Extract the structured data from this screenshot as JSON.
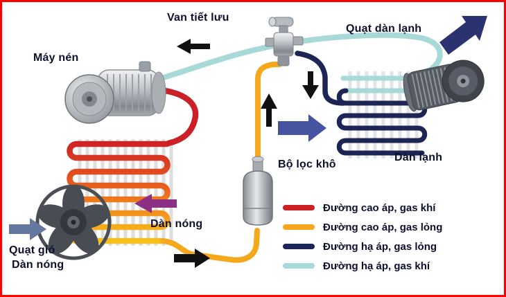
{
  "labels": {
    "expansion_valve": "Van tiết lưu",
    "evaporator_fan": "Quạt dàn lạnh",
    "compressor": "Máy nén",
    "evaporator": "Dàn lạnh",
    "receiver_drier": "Bộ lọc khô",
    "condenser": "Dàn nóng",
    "condenser_fan_line1": "Quạt gió",
    "condenser_fan_line2": "Dàn nóng"
  },
  "legend": [
    {
      "label": "Đường cao áp, gas khí",
      "color": "#cc2027"
    },
    {
      "label": "Đường cao áp, gas lỏng",
      "color": "#f6a81c"
    },
    {
      "label": "Đường hạ áp, gas lỏng",
      "color": "#1d2456"
    },
    {
      "label": "Đường hạ áp, gas khí",
      "color": "#a6d9d7"
    }
  ],
  "colors": {
    "border": "#ff0000",
    "high_pressure_gas_pipe": "#cc2027",
    "high_pressure_liquid_pipe": "#f6a81c",
    "low_pressure_liquid_pipe": "#1d2456",
    "low_pressure_gas_pipe": "#a6d9d7"
  }
}
